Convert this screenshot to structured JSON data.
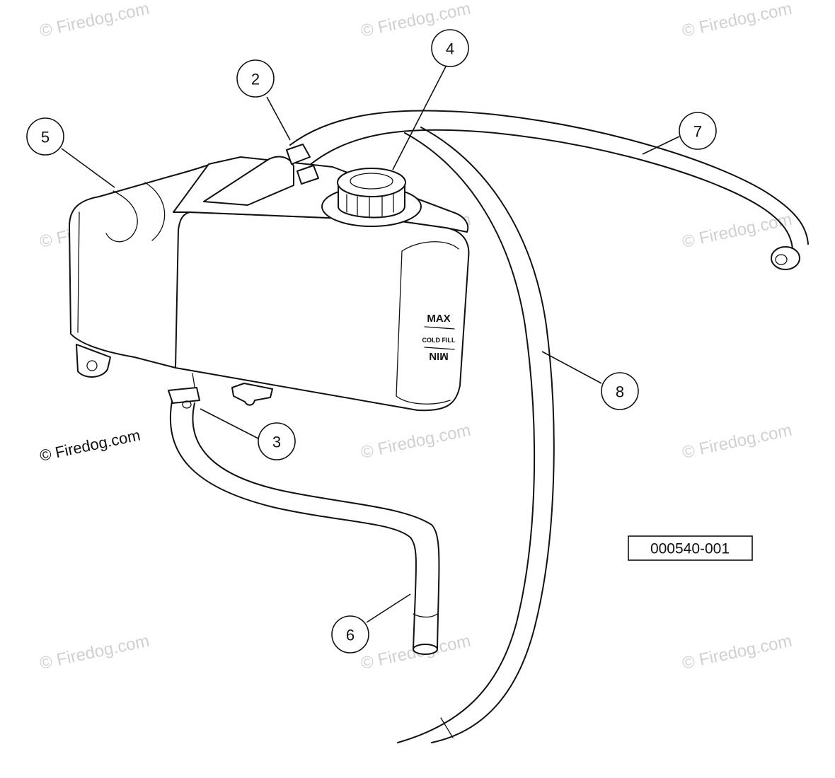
{
  "watermark_text": "© Firedog.com",
  "copyright_text": "© Firedog.com",
  "part_number": "000540-001",
  "tank_labels": {
    "max": "MAX",
    "cold_fill": "COLD FILL",
    "min": "MIN"
  },
  "callouts": [
    {
      "number": "2"
    },
    {
      "number": "3"
    },
    {
      "number": "4"
    },
    {
      "number": "5"
    },
    {
      "number": "6"
    },
    {
      "number": "7"
    },
    {
      "number": "8"
    }
  ]
}
